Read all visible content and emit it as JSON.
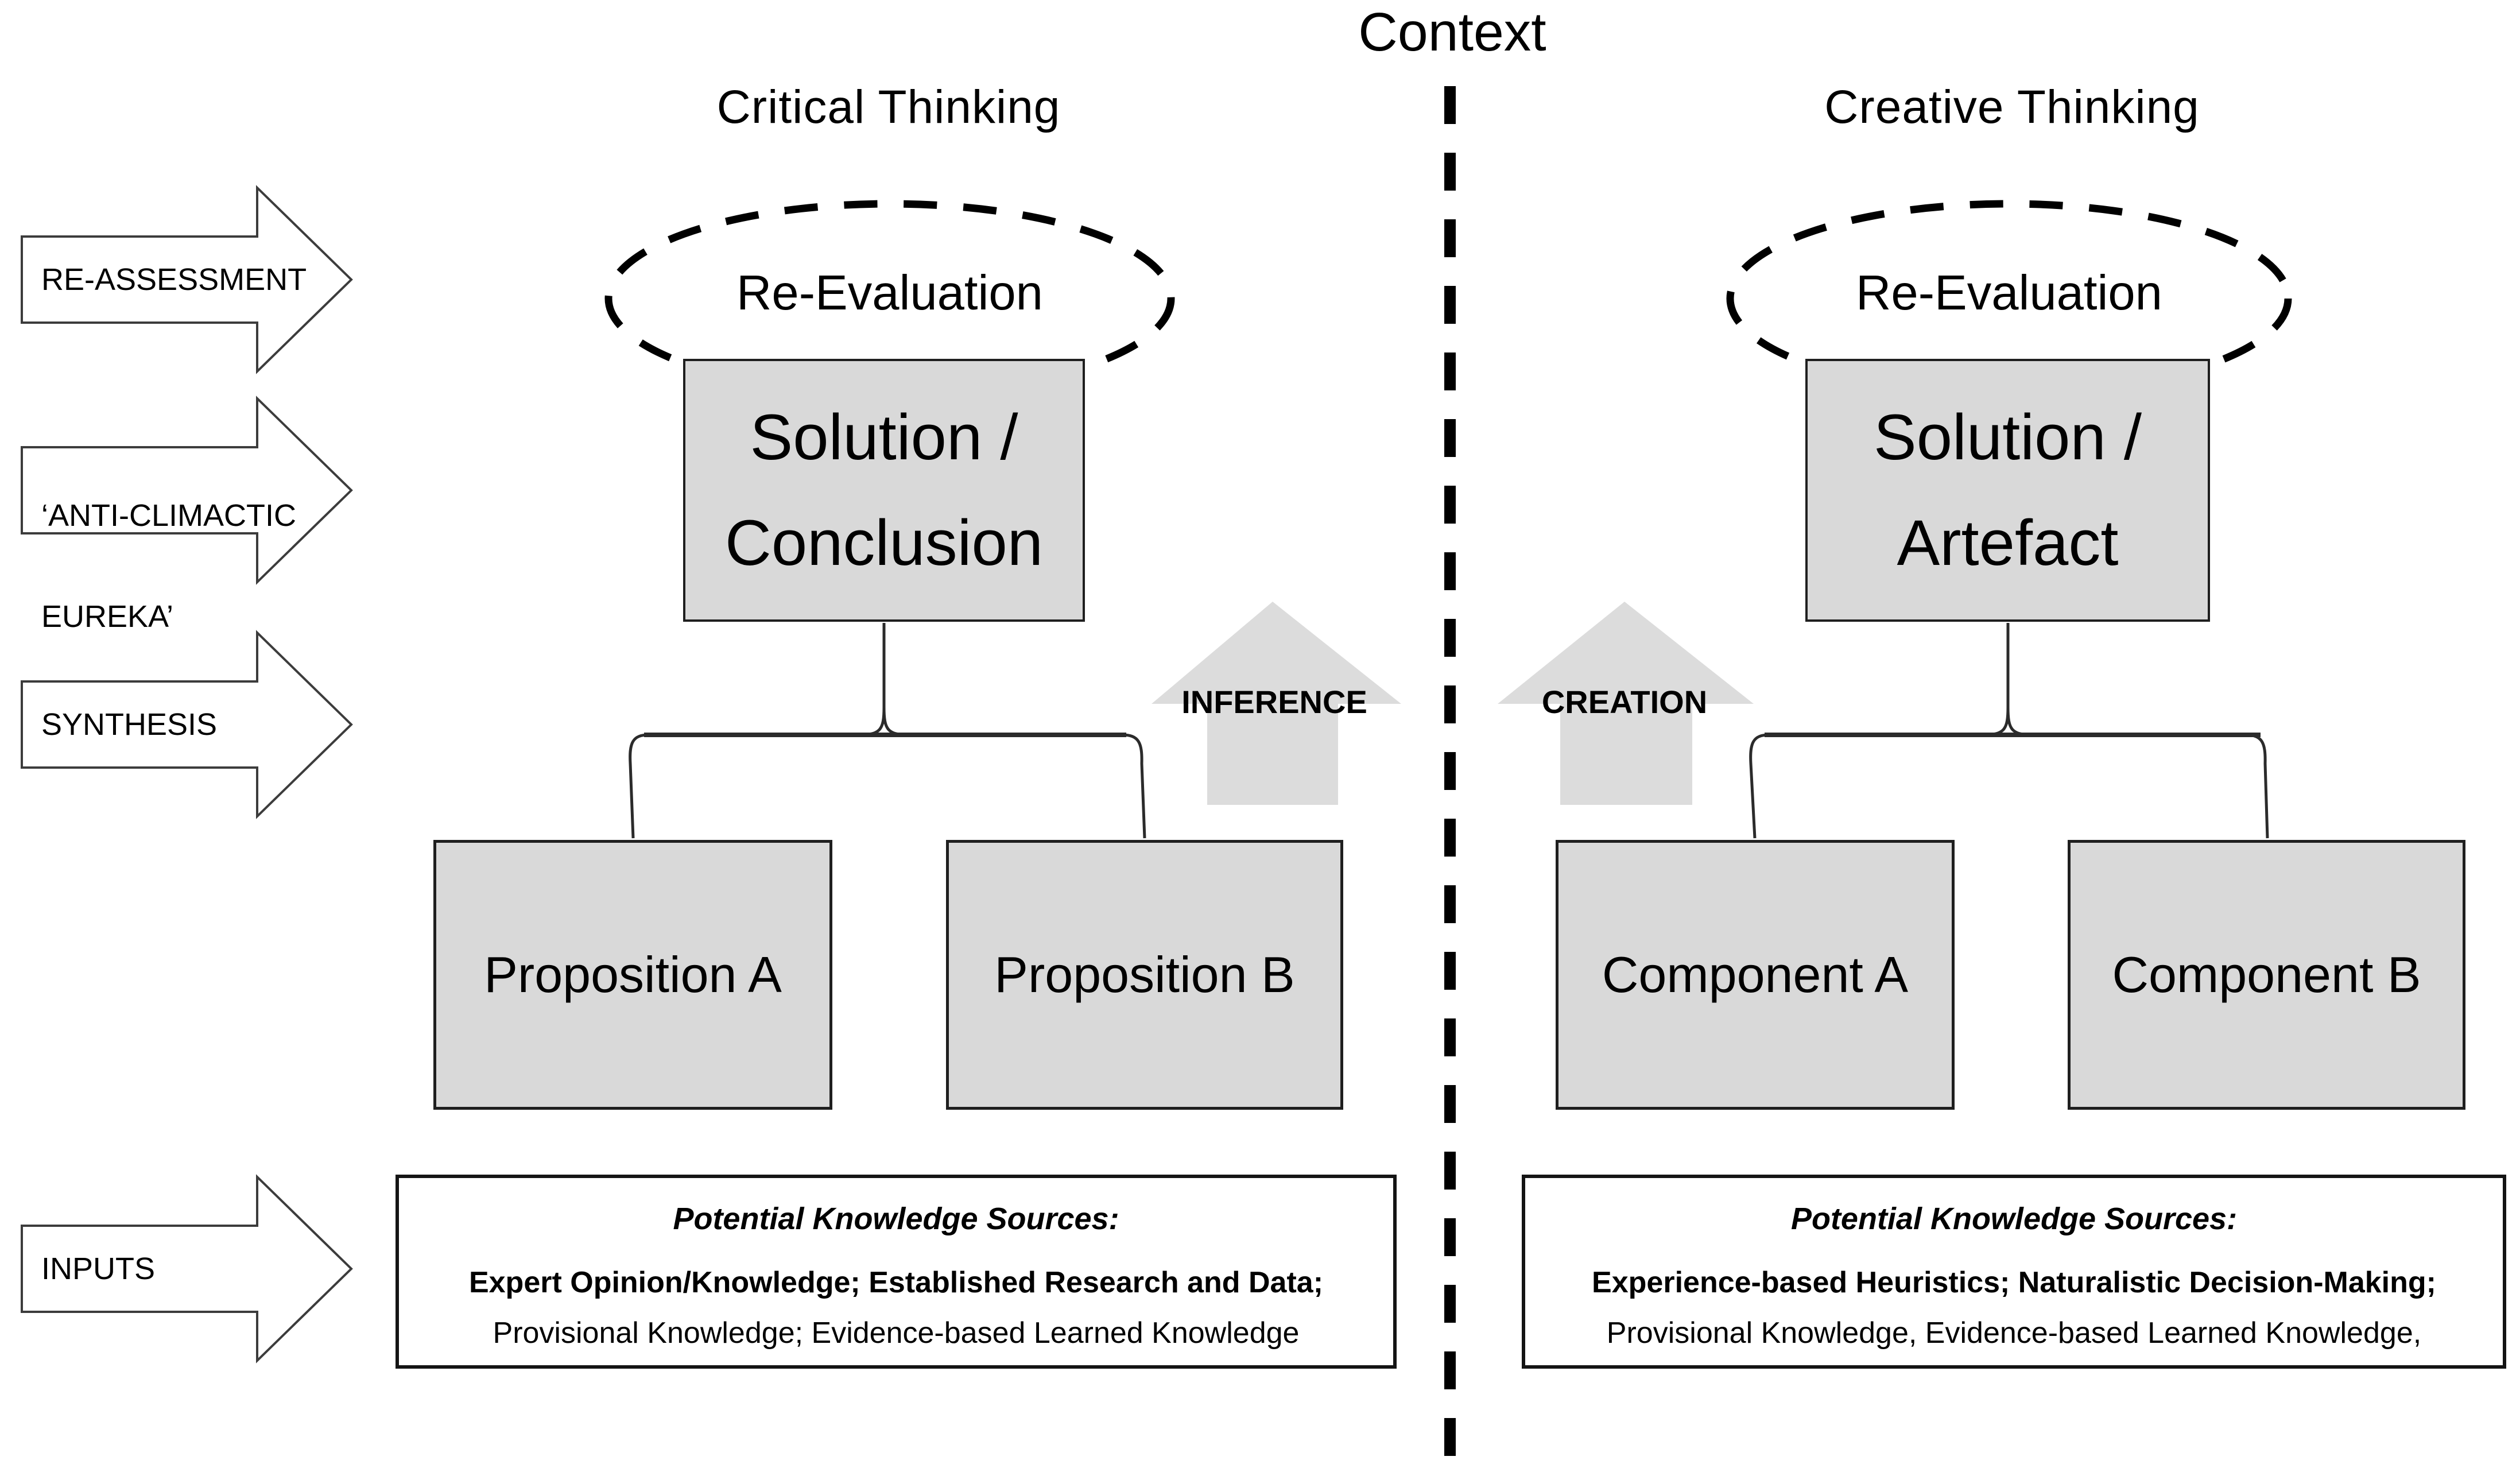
{
  "context_label": "Context",
  "colors": {
    "box_fill": "#d9d9d9",
    "box_border": "#1f1f1f",
    "up_arrow_fill": "#dcdcdc",
    "side_arrow_fill": "#ffffff",
    "line": "#000000"
  },
  "side_arrows": [
    {
      "lines": [
        "RE-ASSESSMENT"
      ]
    },
    {
      "lines": [
        "‘ANTI-CLIMACTIC",
        "EUREKA’"
      ]
    },
    {
      "lines": [
        "SYNTHESIS"
      ]
    },
    {
      "lines": [
        "INPUTS"
      ]
    }
  ],
  "critical": {
    "heading": "Critical Thinking",
    "re_evaluation": "Re-Evaluation",
    "solution_line1": "Solution /",
    "solution_line2": "Conclusion",
    "child_a": "Proposition A",
    "child_b": "Proposition B",
    "up_arrow_label": "INFERENCE",
    "knowledge_heading": "Potential Knowledge Sources:",
    "knowledge_bold": "Expert Opinion/Knowledge; Established Research and Data;",
    "knowledge_regular": "Provisional Knowledge; Evidence-based Learned Knowledge"
  },
  "creative": {
    "heading": "Creative Thinking",
    "re_evaluation": "Re-Evaluation",
    "solution_line1": "Solution /",
    "solution_line2": "Artefact",
    "child_a": "Component A",
    "child_b": "Component B",
    "up_arrow_label": "CREATION",
    "knowledge_heading": "Potential Knowledge Sources:",
    "knowledge_bold": "Experience-based Heuristics; Naturalistic Decision-Making;",
    "knowledge_regular": "Provisional Knowledge, Evidence-based Learned Knowledge,"
  }
}
